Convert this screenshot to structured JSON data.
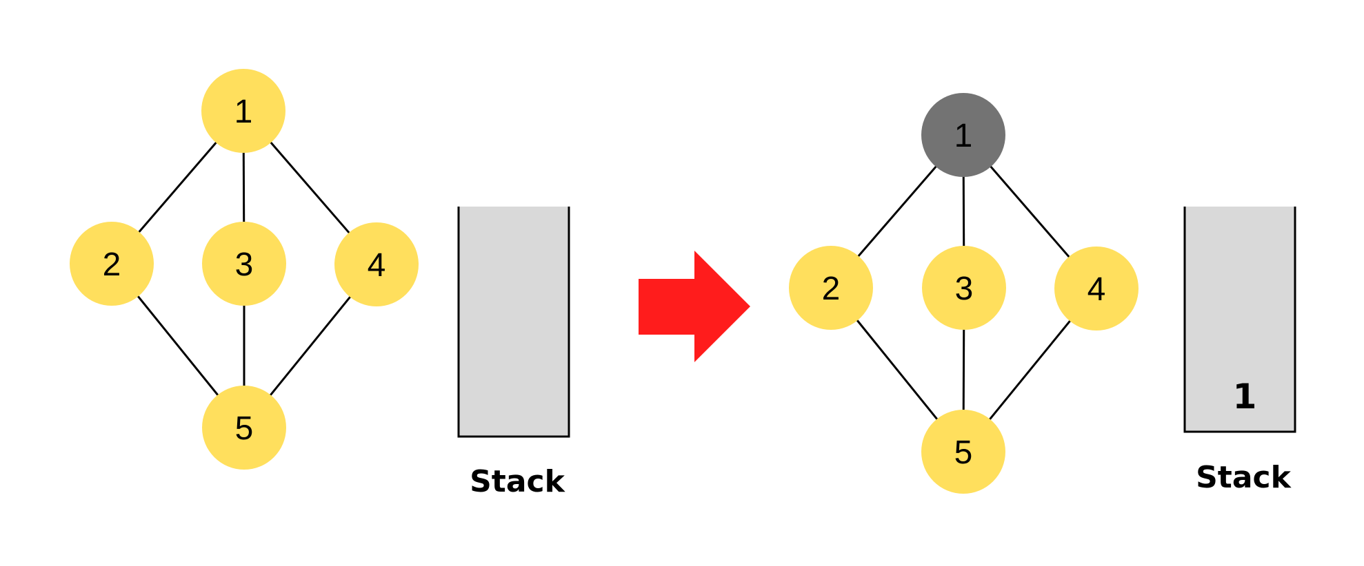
{
  "colors": {
    "node_unvisited": "#FFDF5D",
    "node_visited": "#737373",
    "edge": "#000000",
    "stack_fill": "#D9D9D9",
    "arrow": "#FF1C1C"
  },
  "before": {
    "nodes": [
      "1",
      "2",
      "3",
      "4",
      "5"
    ],
    "visited": [],
    "stack_caption": "Stack",
    "stack_items": []
  },
  "after": {
    "nodes": [
      "1",
      "2",
      "3",
      "4",
      "5"
    ],
    "visited": [
      "1"
    ],
    "stack_caption": "Stack",
    "stack_items": [
      "1"
    ]
  },
  "edges": [
    [
      "1",
      "2"
    ],
    [
      "1",
      "3"
    ],
    [
      "1",
      "4"
    ],
    [
      "2",
      "5"
    ],
    [
      "3",
      "5"
    ],
    [
      "4",
      "5"
    ]
  ],
  "transition_icon": "right-arrow-icon"
}
